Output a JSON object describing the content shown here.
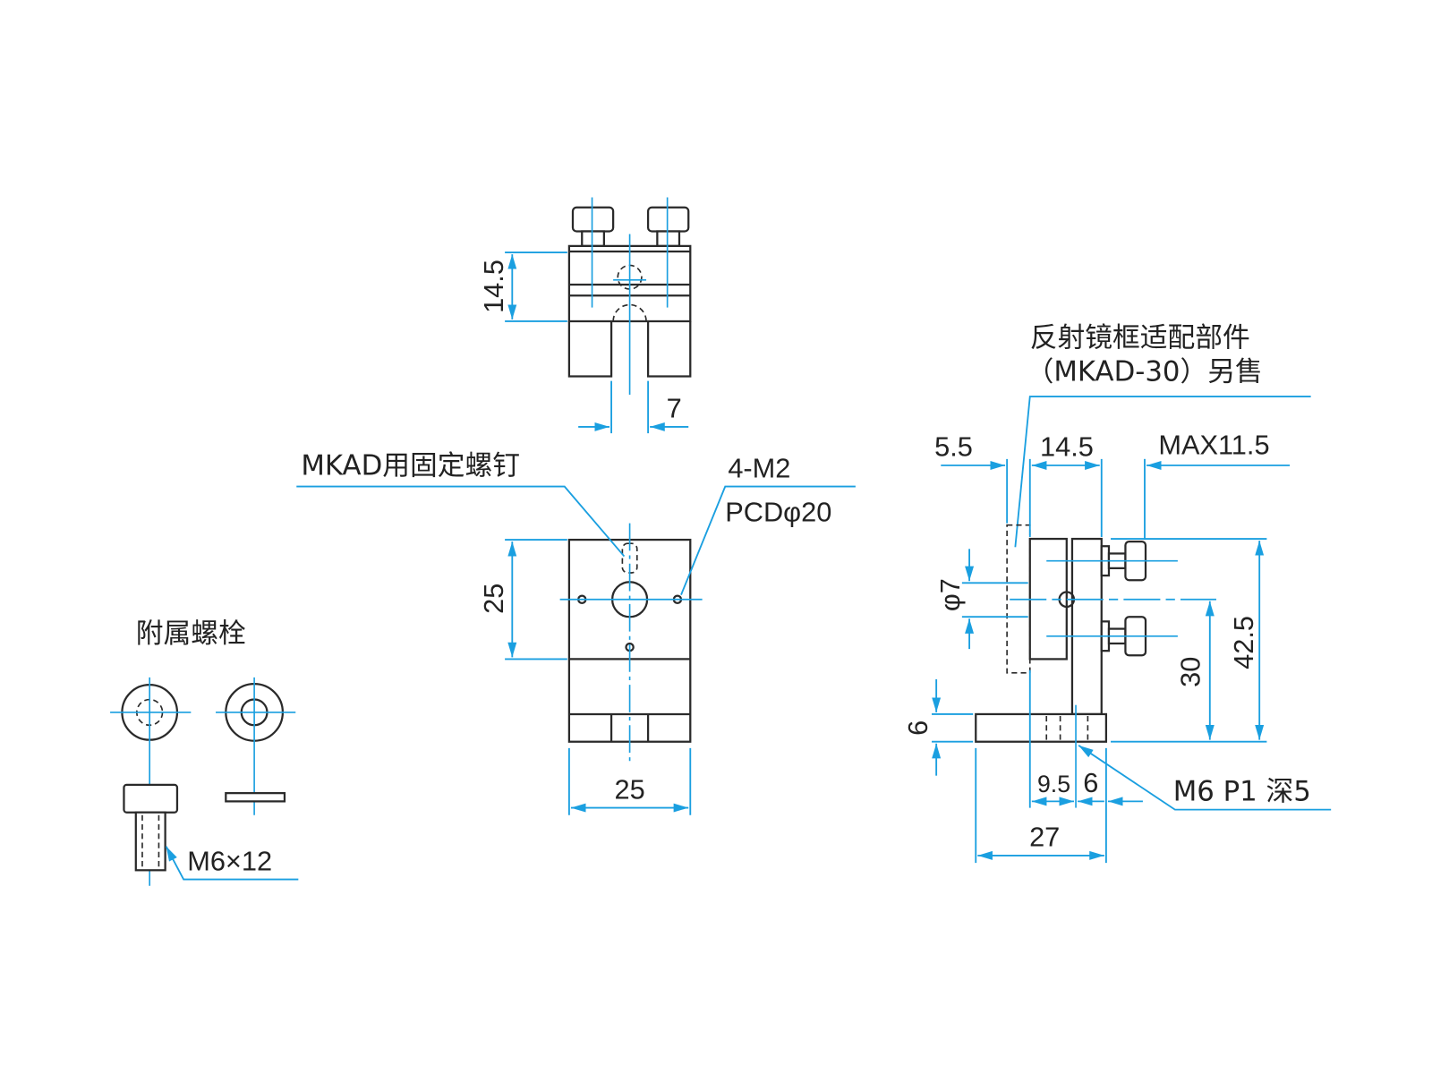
{
  "front_view": {
    "dim_height": "14.5",
    "dim_slot": "7"
  },
  "top_view": {
    "dim_height": "25",
    "dim_width": "25",
    "label_screw": "MKAD用固定螺钉",
    "label_holes_1": "4-M2",
    "label_holes_2": "PCDφ20"
  },
  "accessory": {
    "title": "附属螺栓",
    "bolt_label": "M6×12"
  },
  "side_view": {
    "note_line1": "反射镜框适配部件",
    "note_line2": "（MKAD-30）另售",
    "dim_a": "5.5",
    "dim_b": "14.5",
    "dim_c": "MAX11.5",
    "dim_phi": "φ7",
    "dim_base_h": "6",
    "dim_center": "30",
    "dim_total_h": "42.5",
    "dim_95": "9.5",
    "dim_6": "6",
    "dim_27": "27",
    "thread_label": "M6 P1 深5"
  },
  "colors": {
    "dimension": "#1a9fe0",
    "outline": "#2a2a2a"
  }
}
